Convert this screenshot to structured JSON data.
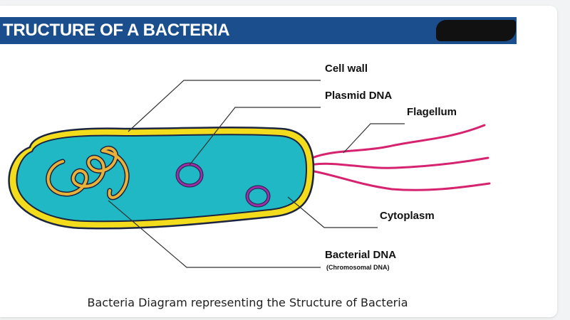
{
  "figure": {
    "banner_title": "TRUCTURE OF A BACTERIA",
    "labels": {
      "cell_wall": "Cell wall",
      "plasmid_dna": "Plasmid DNA",
      "flagellum": "Flagellum",
      "cytoplasm": "Cytoplasm",
      "bacterial_dna": "Bacterial DNA",
      "bacterial_dna_sub": "(Chromosomal DNA)"
    }
  },
  "caption": "Bacteria Diagram representing the Structure of Bacteria",
  "colors": {
    "banner": "#1b4e8c",
    "cytoplasm": "#1fb8c4",
    "cell_wall": "#f2dc1c",
    "outline": "#1b2440",
    "dna": "#e8b13a",
    "plasmid": "#9b2fa8",
    "flagella": "#d6236f"
  }
}
